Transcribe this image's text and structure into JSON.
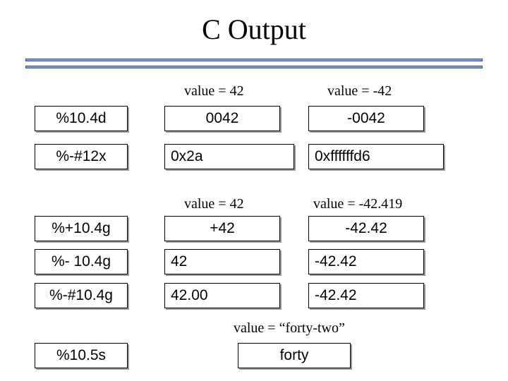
{
  "title": "C Output",
  "sections": [
    {
      "captions": [
        "value = 42",
        "value = -42"
      ],
      "rows": [
        {
          "format": "%10.4d",
          "values": [
            "0042",
            "-0042"
          ]
        },
        {
          "format": "%-#12x",
          "values": [
            "0x2a",
            "0xffffffd6"
          ]
        }
      ]
    },
    {
      "captions": [
        "value = 42",
        "value = -42.419"
      ],
      "rows": [
        {
          "format": "%+10.4g",
          "values": [
            "+42",
            "-42.42"
          ]
        },
        {
          "format": "%- 10.4g",
          "values": [
            "42",
            "-42.42"
          ]
        },
        {
          "format": "%-#10.4g",
          "values": [
            "42.00",
            "-42.42"
          ]
        }
      ]
    },
    {
      "captions": [
        "value = “forty-two”"
      ],
      "rows": [
        {
          "format": "%10.5s",
          "values": [
            "forty"
          ]
        }
      ]
    }
  ]
}
